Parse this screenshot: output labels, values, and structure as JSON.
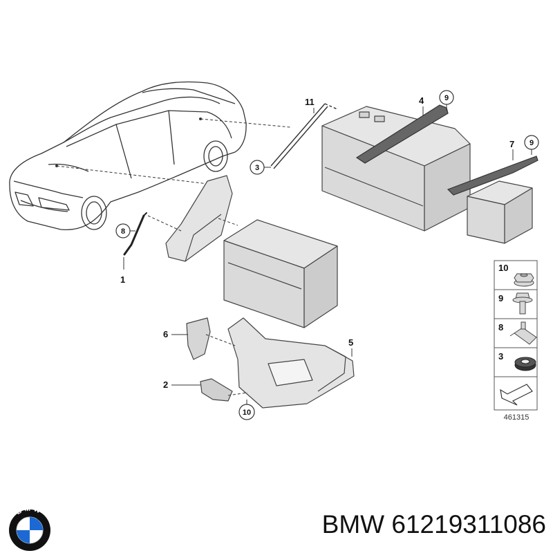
{
  "callouts": {
    "c1": "1",
    "c2": "2",
    "c3": "3",
    "c4": "4",
    "c5": "5",
    "c6": "6",
    "c7": "7",
    "c8": "8",
    "c9a": "9",
    "c9b": "9",
    "c10": "10",
    "c11": "11"
  },
  "legend": {
    "items": [
      {
        "number": "10",
        "icon": "flange-nut-icon"
      },
      {
        "number": "9",
        "icon": "flange-bolt-icon"
      },
      {
        "number": "8",
        "icon": "cable-clamp-icon"
      },
      {
        "number": "3",
        "icon": "grommet-icon"
      }
    ],
    "arrow_icon": "pointer-arrow-icon"
  },
  "diagram_ref": "461315",
  "caption": {
    "brand": "BMW",
    "part_number": "61219311086"
  },
  "logo": {
    "letters": "BMW",
    "colors": {
      "blue": "#1c69d4",
      "ring": "#111111",
      "white": "#ffffff"
    }
  },
  "colors": {
    "line": "#333333",
    "part_fill": "#e2e2e2",
    "part_shade": "#cfcfcf",
    "dark_part": "#555555"
  }
}
